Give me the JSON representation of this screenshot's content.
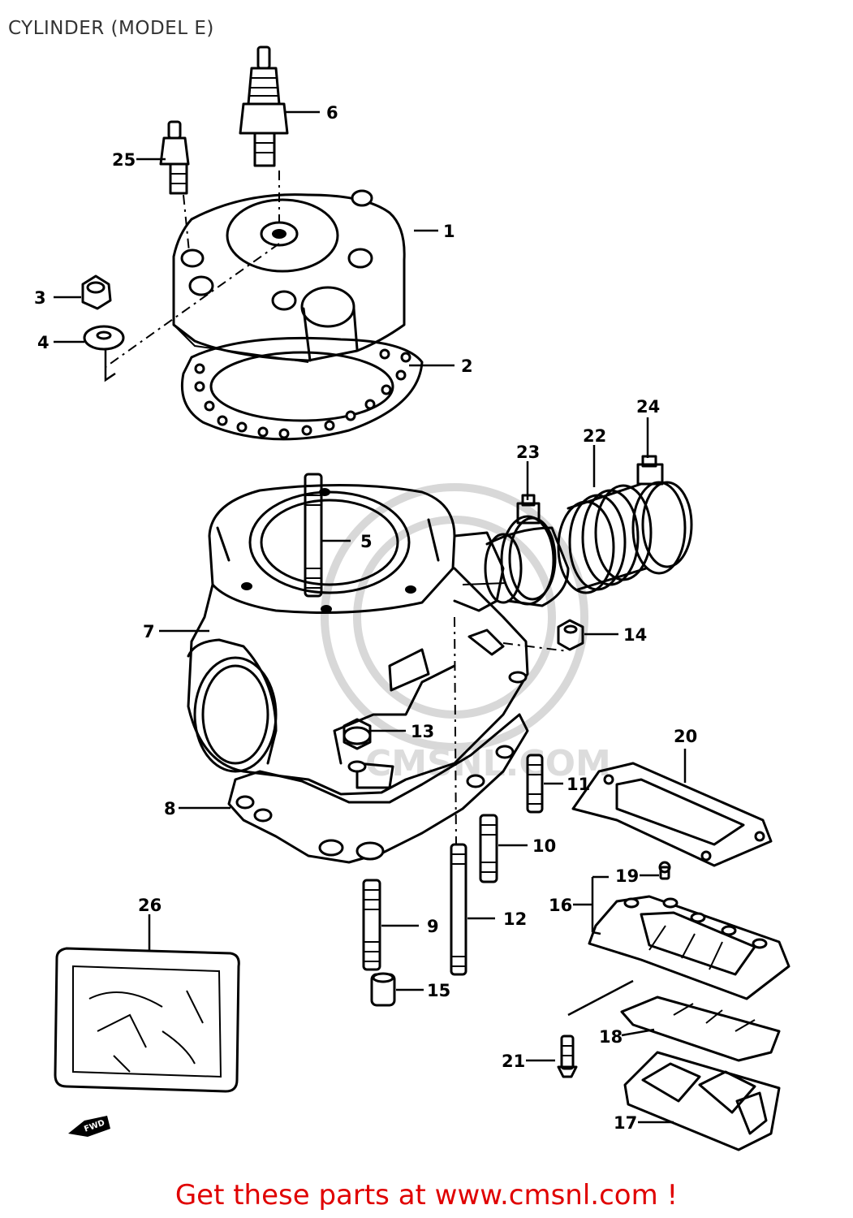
{
  "title": "CYLINDER (MODEL E)",
  "footer_link": "Get these parts at www.cmsnl.com !",
  "watermark": "CMSNL.COM",
  "fwd_marker": "FWD",
  "callouts": [
    "1",
    "2",
    "3",
    "4",
    "5",
    "6",
    "7",
    "8",
    "9",
    "10",
    "11",
    "12",
    "13",
    "14",
    "15",
    "16",
    "17",
    "18",
    "19",
    "20",
    "21",
    "22",
    "23",
    "24",
    "25",
    "26"
  ]
}
